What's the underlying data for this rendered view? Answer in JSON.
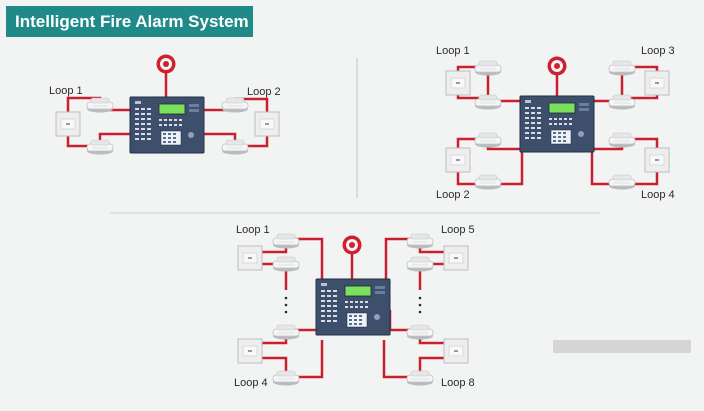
{
  "title": "Intelligent Fire Alarm System",
  "colors": {
    "wire": "#c8202e",
    "banner": "#1f8a88",
    "panel_body": "#3d4f6b",
    "panel_screen": "#7be05c",
    "alarm": "#d01f2e"
  },
  "icons": [
    "fire-alarm-panel-icon",
    "smoke-detector-icon",
    "manual-call-point-icon",
    "alarm-bell-icon"
  ],
  "diagrams": [
    {
      "name": "two-loop-system",
      "loops": [
        "Loop 1",
        "Loop 2"
      ]
    },
    {
      "name": "four-loop-system",
      "loops": [
        "Loop 1",
        "Loop 3",
        "Loop 2",
        "Loop 4"
      ]
    },
    {
      "name": "eight-loop-system",
      "loops": [
        "Loop 1",
        "Loop 5",
        "Loop 4",
        "Loop 8"
      ]
    }
  ]
}
